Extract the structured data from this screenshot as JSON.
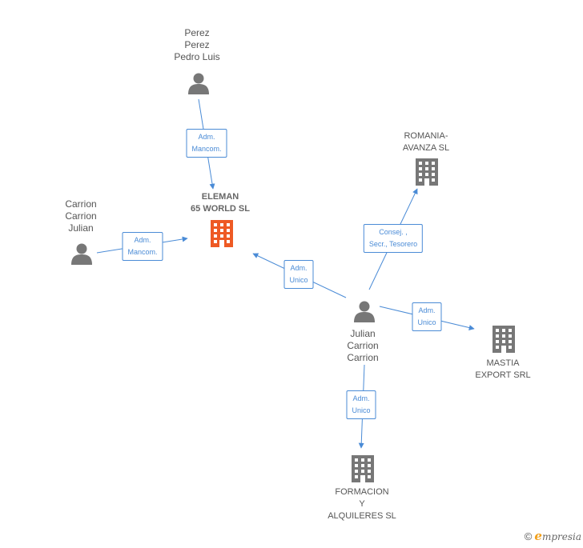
{
  "nodes": {
    "perez": {
      "lines": [
        "Perez",
        "Perez",
        "Pedro Luis"
      ],
      "type": "person"
    },
    "carrion_julian": {
      "lines": [
        "Carrion",
        "Carrion",
        "Julian"
      ],
      "type": "person"
    },
    "eleman": {
      "lines": [
        "ELEMAN",
        "65 WORLD SL"
      ],
      "type": "company-focus"
    },
    "romania": {
      "lines": [
        "ROMANIA-",
        "AVANZA SL"
      ],
      "type": "company"
    },
    "julian_carrion": {
      "lines": [
        "Julian",
        "Carrion",
        "Carrion"
      ],
      "type": "person"
    },
    "mastia": {
      "lines": [
        "MASTIA",
        "EXPORT SRL"
      ],
      "type": "company"
    },
    "formacion": {
      "lines": [
        "FORMACION",
        "Y",
        "ALQUILERES SL"
      ],
      "type": "company"
    }
  },
  "edges": {
    "perez_eleman": {
      "lines": [
        "Adm.",
        "Mancom."
      ]
    },
    "carrion_eleman": {
      "lines": [
        "Adm.",
        "Mancom."
      ]
    },
    "julian_eleman": {
      "lines": [
        "Adm.",
        "Unico"
      ]
    },
    "julian_romania": {
      "lines": [
        "Consej. ,",
        "Secr., Tesorero"
      ]
    },
    "julian_mastia": {
      "lines": [
        "Adm.",
        "Unico"
      ]
    },
    "julian_formacion": {
      "lines": [
        "Adm.",
        "Unico"
      ]
    }
  },
  "footer": {
    "copyright": "©",
    "brand_initial": "e",
    "brand_rest": "mpresia"
  },
  "colors": {
    "edge": "#4a8bd6",
    "person": "#777777",
    "company": "#777777",
    "focus": "#ee5a24"
  }
}
